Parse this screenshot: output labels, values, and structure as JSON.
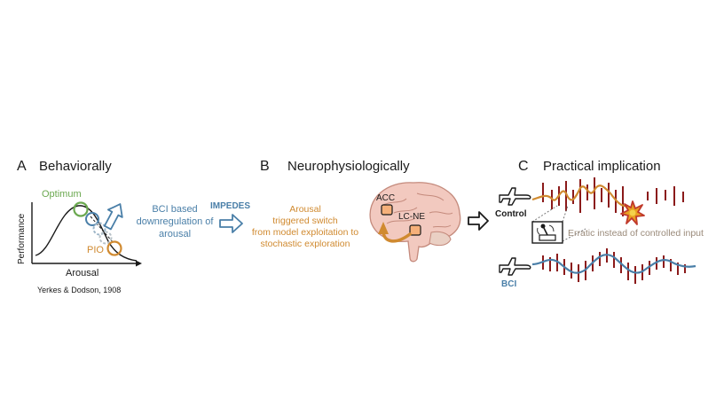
{
  "colors": {
    "green": "#6aa84f",
    "blue": "#4a7fa8",
    "orange": "#d08a30",
    "dark_red": "#8b1a1a",
    "brain_pink": "#f2c9bf",
    "brain_outline": "#c48a7c",
    "gray_text": "#9a8a7a",
    "black": "#1a1a1a"
  },
  "panel_a": {
    "letter": "A",
    "heading": "Behaviorally",
    "optimum_label": "Optimum",
    "pio_label": "PIO",
    "ylabel": "Performance",
    "xlabel": "Arousal",
    "citation": "Yerkes & Dodson, 1908",
    "bci_text_1": "BCI based",
    "bci_text_2": "downregulation of",
    "bci_text_3": "arousal",
    "impedes": "IMPEDES"
  },
  "panel_b": {
    "letter": "B",
    "heading": "Neurophysiologically",
    "text_1": "Arousal",
    "text_2": "triggered switch",
    "text_3": "from model exploitation to",
    "text_4": "stochastic exploration",
    "acc_label": "ACC",
    "lcne_label": "LC-NE"
  },
  "panel_c": {
    "letter": "C",
    "heading": "Practical implication",
    "control_label": "Control",
    "bci_label": "BCI",
    "erratic_text": "Erratic instead of controlled input",
    "icons": [
      "airplane-icon",
      "airplane-icon",
      "joystick-icon",
      "explosion-icon"
    ]
  }
}
